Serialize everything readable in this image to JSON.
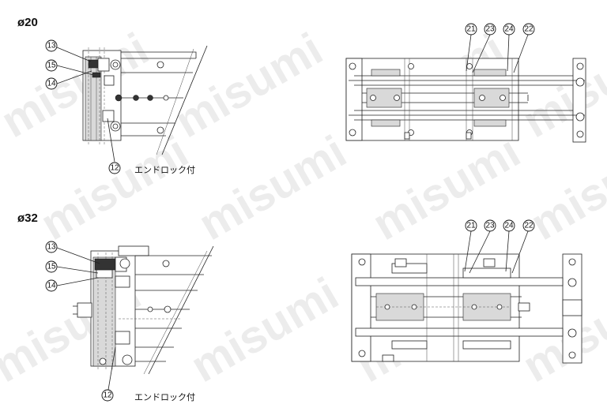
{
  "sections": [
    {
      "size_label": "ø20",
      "end_lock_label": "エンドロック付"
    },
    {
      "size_label": "ø32",
      "end_lock_label": "エンドロック付"
    }
  ],
  "callouts": {
    "left": [
      "13",
      "15",
      "14",
      "12"
    ],
    "right": [
      "21",
      "23",
      "24",
      "22"
    ]
  },
  "watermark": "misumi"
}
